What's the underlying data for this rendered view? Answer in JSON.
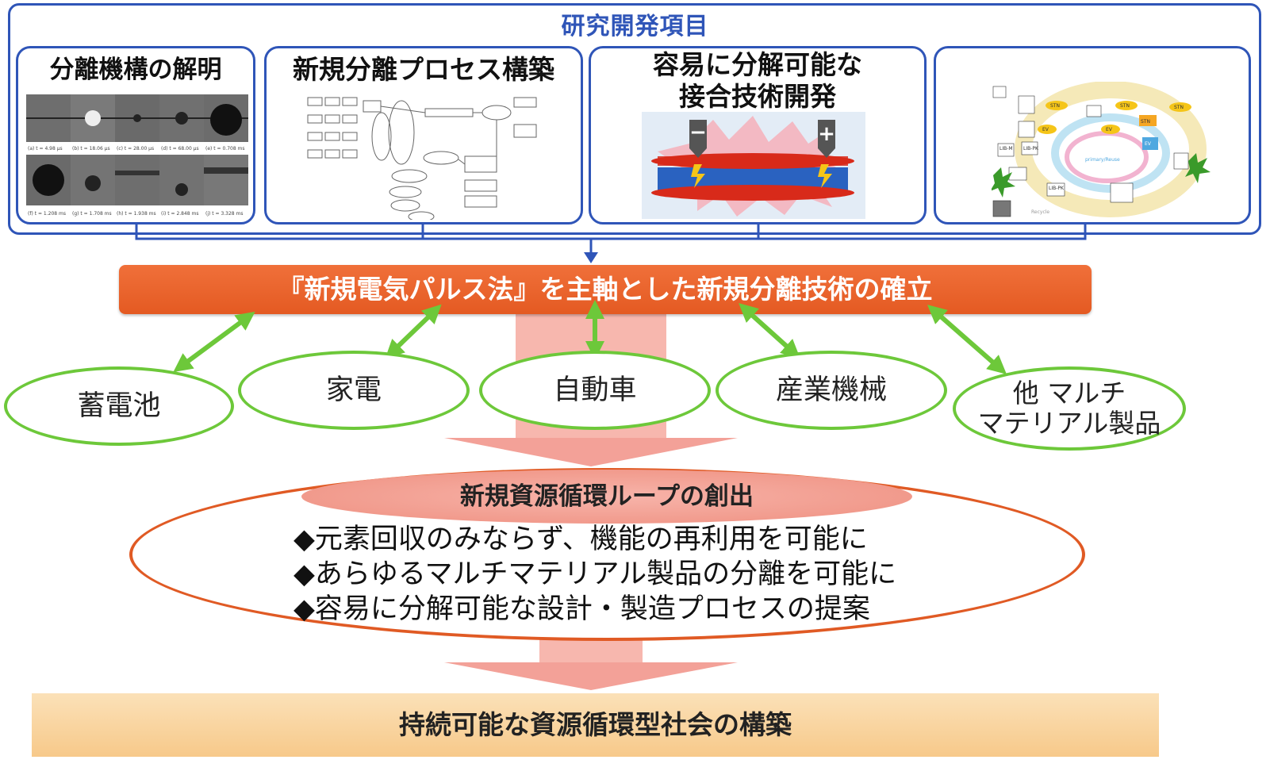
{
  "header": {
    "title": "研究開発項目"
  },
  "panels": [
    {
      "title_lines": [
        "分離機構の解明"
      ],
      "image_labels": {
        "row1": [
          "(a) t = 4.98 μs",
          "(b) t = 18.06 μs",
          "(c) t = 28.00 μs",
          "(d) t = 68.00 μs",
          "(e) t = 0.708 ms"
        ],
        "row2": [
          "(f) t = 1.208 ms",
          "(g) t = 1.708 ms",
          "(h) t = 1.938 ms",
          "(i) t = 2.848 ms",
          "(j) t = 3.328 ms"
        ]
      }
    },
    {
      "title_lines": [
        "新規分離プロセス構築"
      ]
    },
    {
      "title_lines": [
        "容易に分解可能な",
        "接合技術開発"
      ],
      "electrodes": [
        "−",
        "+"
      ]
    },
    {
      "title_lines": [],
      "diagram_labels": {
        "center_label": "primary/Reuse",
        "recycle": "Recycle",
        "nodes": [
          "STN",
          "STN",
          "STN",
          "STN",
          "EV",
          "EV",
          "EV",
          "LIB-PK",
          "LIB-PK",
          "LIB-M"
        ]
      }
    }
  ],
  "center_bar": {
    "text": "『新規電気パルス法』を主軸とした新規分離技術の確立"
  },
  "applications": [
    {
      "lines": [
        "蓄電池"
      ]
    },
    {
      "lines": [
        "家電"
      ]
    },
    {
      "lines": [
        "自動車"
      ]
    },
    {
      "lines": [
        "産業機械"
      ]
    },
    {
      "lines": [
        "他 マルチ",
        "マテリアル製品"
      ]
    }
  ],
  "loop": {
    "title": "新規資源循環ループの創出",
    "bullets": [
      "◆元素回収のみならず、機能の再利用を可能に",
      "◆あらゆるマルチマテリアル製品の分離を可能に",
      "◆容易に分解可能な設計・製造プロセスの提案"
    ]
  },
  "goal": {
    "text": "持続可能な資源循環型社会の構築"
  },
  "colors": {
    "blue": "#2f55b8",
    "orange": "#e45a22",
    "green": "#6dc83a",
    "pink": "#f19a8c",
    "tan": "#f7c98a"
  }
}
